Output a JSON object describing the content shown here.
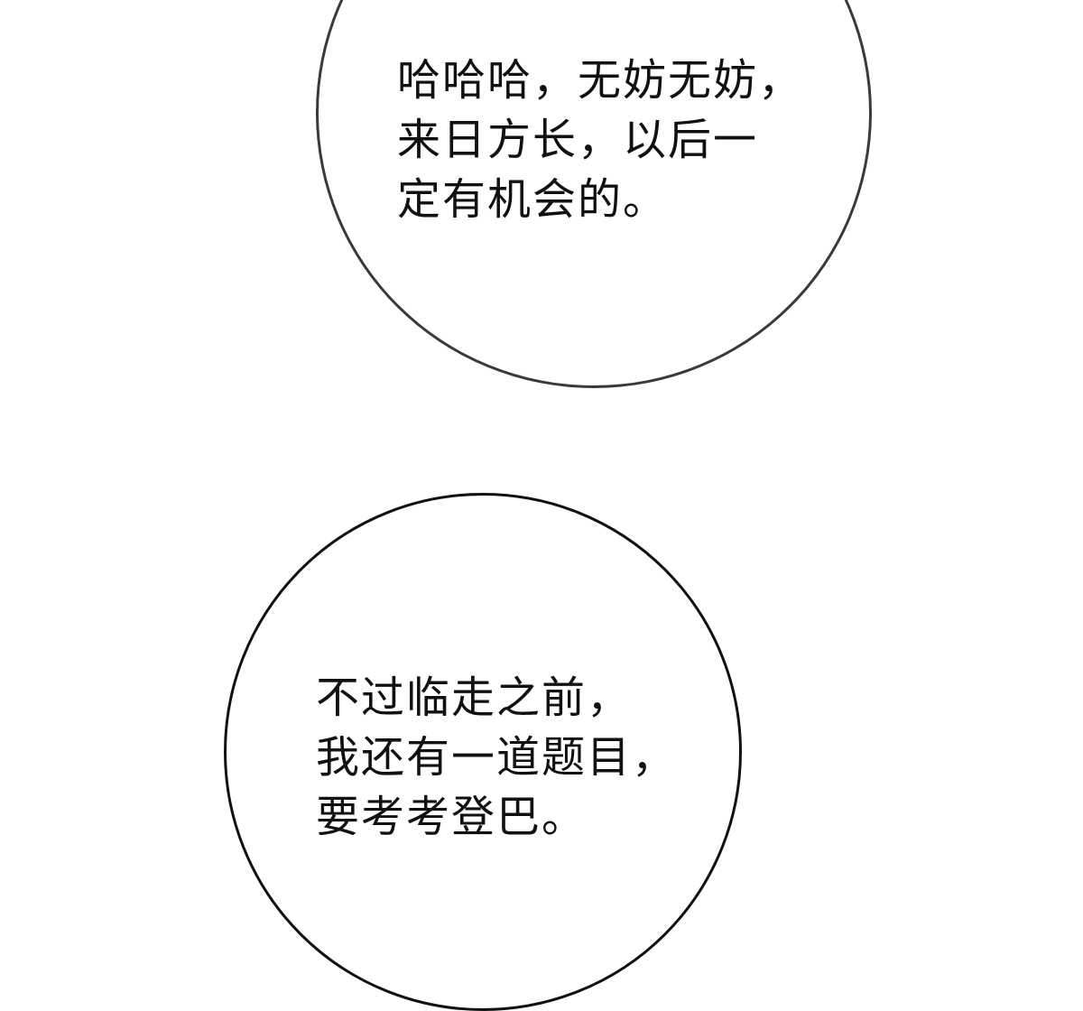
{
  "bubbles": [
    {
      "lines": [
        "哈哈哈，无妨无妨，",
        "来日方长，以后一",
        "定有机会的。"
      ],
      "border_color": "#3a3a3a"
    },
    {
      "lines": [
        "不过临走之前，",
        "我还有一道题目，",
        "要考考登巴。"
      ],
      "border_color": "#111111"
    }
  ]
}
